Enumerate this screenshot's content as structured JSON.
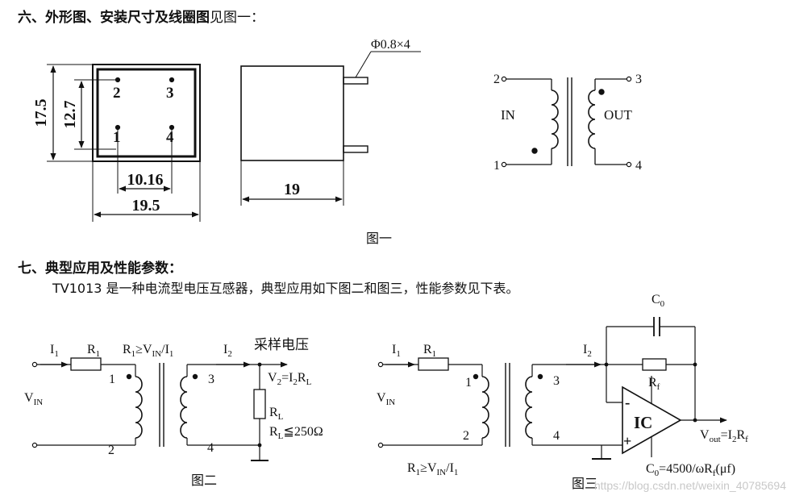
{
  "headings": {
    "h6": "六、外形图、安装尺寸及线圈图",
    "h6_suffix": "见图一：",
    "h7": "七、典型应用及性能参数：",
    "intro": "TV1013 是一种电流型电压互感器，典型应用如下图二和图三，性能参数见下表。"
  },
  "fig1": {
    "caption": "图一",
    "pins": [
      "1",
      "2",
      "3",
      "4"
    ],
    "dim_height": "17.5",
    "dim_pin_v": "12.7",
    "dim_pin_h": "10.16",
    "dim_width": "19.5",
    "dim_depth": "19",
    "pin_spec": "Φ0.8×4",
    "label_in": "IN",
    "label_out": "OUT"
  },
  "fig2": {
    "caption": "图二",
    "i1": "I",
    "i1_sub": "1",
    "r1": "R",
    "r1_sub": "1",
    "cond_r": "R",
    "cond_r_sub": "1",
    "cond_ge": "≥V",
    "cond_v_sub": "IN",
    "cond_slash": "/I",
    "cond_i_sub": "1",
    "vin": "V",
    "vin_sub": "IN",
    "pin1": "1",
    "pin2": "2",
    "pin3": "3",
    "pin4": "4",
    "i2": "I",
    "i2_sub": "2",
    "sample": "采样电压",
    "v2_a": "V",
    "v2_a_sub": "2",
    "v2_eq": "=I",
    "v2_i_sub": "2",
    "v2_r": "R",
    "v2_r_sub": "L",
    "rl": "R",
    "rl_sub": "L",
    "rl_lim": "R",
    "rl_lim_sub": "L",
    "rl_lim_val": "≦250Ω"
  },
  "fig3": {
    "caption": "图三",
    "i1": "I",
    "i1_sub": "1",
    "r1": "R",
    "r1_sub": "1",
    "vin": "V",
    "vin_sub": "IN",
    "pin1": "1",
    "pin2": "2",
    "pin3": "3",
    "pin4": "4",
    "cond_r": "R",
    "cond_r_sub": "1",
    "cond_ge": "≥V",
    "cond_v_sub": "IN",
    "cond_slash": "/I",
    "cond_i_sub": "1",
    "c0": "C",
    "c0_sub": "0",
    "i2": "I",
    "i2_sub": "2",
    "rf": "R",
    "rf_sub": "f",
    "ic": "IC",
    "minus": "-",
    "plus": "+",
    "vout": "V",
    "vout_sub": "out",
    "vout_eq": "=I",
    "vout_i_sub": "2",
    "vout_r": "R",
    "vout_r_sub": "f",
    "c0f": "C",
    "c0f_sub": "0",
    "c0f_eq": "=4500/ωR",
    "c0f_r_sub": "f",
    "c0f_unit": "(μf)"
  },
  "watermark": "https://blog.csdn.net/weixin_40785694"
}
